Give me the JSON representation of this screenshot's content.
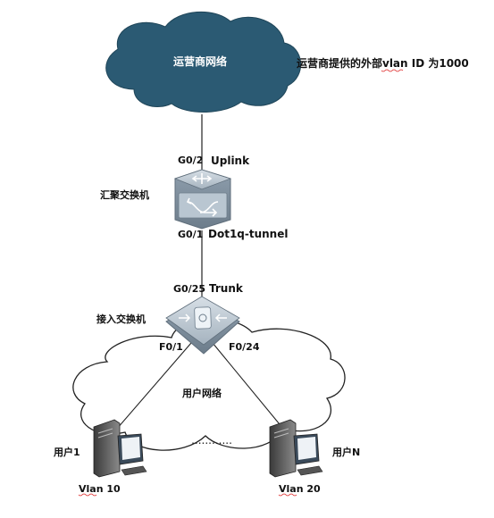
{
  "isp_cloud": {
    "label": "运营商网络"
  },
  "isp_note": "运营商提供的外部vlan ID 为1000",
  "aggregation_switch": {
    "name": "汇聚交换机",
    "uplink_port": "G0/2",
    "uplink_label": "Uplink",
    "downlink_port": "G0/1",
    "downlink_label": "Dot1q-tunnel"
  },
  "access_switch": {
    "name": "接入交换机",
    "uplink_port": "G0/25",
    "uplink_label": "Trunk",
    "port_left": "F0/1",
    "port_right": "F0/24"
  },
  "user_cloud": {
    "label": "用户网络"
  },
  "ellipsis": "............",
  "user_left": {
    "name": "用户1",
    "vlan": "Vlan 10"
  },
  "user_right": {
    "name": "用户N",
    "vlan": "Vlan 20"
  },
  "colors": {
    "cloud": "#2b5a73",
    "switch": "#a9b7c3",
    "switch_dark": "#7c8c9a",
    "line": "#222222"
  }
}
